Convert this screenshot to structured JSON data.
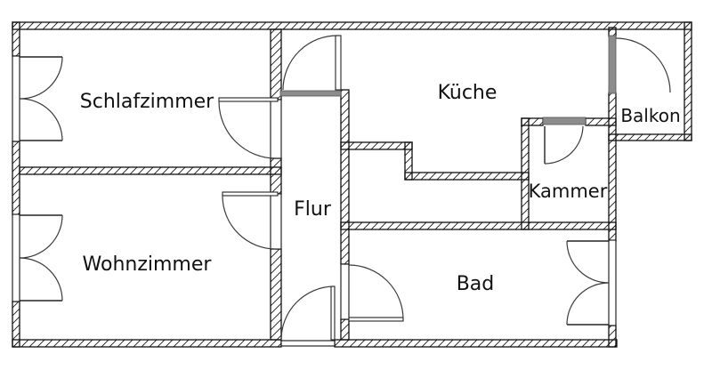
{
  "diagram": {
    "type": "floorplan",
    "background_color": "#ffffff",
    "wall_color": "#111111",
    "door_swing_color": "#3a3a3a",
    "door_panel_color": "#8c8c8c",
    "rooms": {
      "schlafzimmer": {
        "label": "Schlafzimmer"
      },
      "wohnzimmer": {
        "label": "Wohnzimmer"
      },
      "flur": {
        "label": "Flur"
      },
      "kueche": {
        "label": "Küche"
      },
      "kammer": {
        "label": "Kammer"
      },
      "bad": {
        "label": "Bad"
      },
      "balkon": {
        "label": "Balkon"
      }
    }
  }
}
